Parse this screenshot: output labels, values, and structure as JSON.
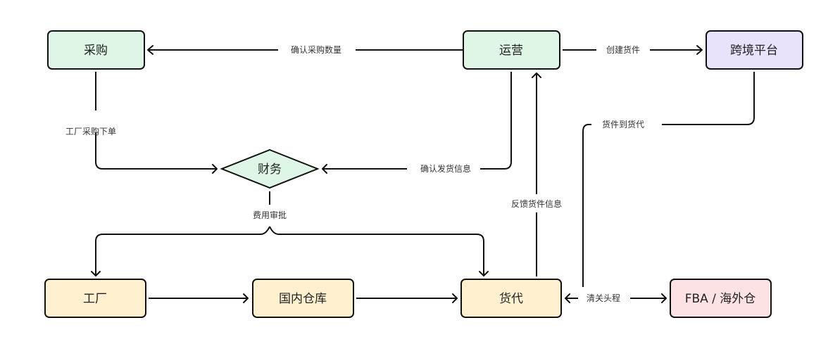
{
  "colors": {
    "green_node": "#dff5e6",
    "purple_node": "#e8e2fb",
    "yellow_node": "#fff1d0",
    "pink_node": "#fde2e4",
    "stroke": "#111111",
    "text": "#222222"
  },
  "nodes": {
    "caigou": {
      "label": "采购",
      "shape": "rect",
      "fill_key": "green_node"
    },
    "yunying": {
      "label": "运营",
      "shape": "rect",
      "fill_key": "green_node"
    },
    "kuajing": {
      "label": "跨境平台",
      "shape": "rect",
      "fill_key": "purple_node"
    },
    "caiwu": {
      "label": "财务",
      "shape": "diamond",
      "fill_key": "green_node"
    },
    "gongchang": {
      "label": "工厂",
      "shape": "rect",
      "fill_key": "yellow_node"
    },
    "guonei": {
      "label": "国内仓库",
      "shape": "rect",
      "fill_key": "yellow_node"
    },
    "huodai": {
      "label": "货代",
      "shape": "rect",
      "fill_key": "yellow_node"
    },
    "fba": {
      "label": "FBA / 海外仓",
      "shape": "rect",
      "fill_key": "pink_node"
    }
  },
  "edges": {
    "confirm_qty": {
      "label": "确认采购数量",
      "from": "运营",
      "to": "采购"
    },
    "create_shipment": {
      "label": "创建货件",
      "from": "运营",
      "to": "跨境平台"
    },
    "factory_order": {
      "label": "工厂采购下单",
      "from": "采购",
      "to": "财务"
    },
    "confirm_ship": {
      "label": "确认发货信息",
      "from": "运营",
      "to": "财务"
    },
    "cost_approval": {
      "label": "费用审批",
      "from": "财务",
      "to": [
        "工厂",
        "货代"
      ]
    },
    "feedback": {
      "label": "反馈货件信息",
      "from": "货代",
      "to": "运营"
    },
    "shipment_to_forwarder": {
      "label": "货件到货代",
      "from": "跨境平台",
      "to": "货代"
    },
    "factory_to_warehouse": {
      "label": "",
      "from": "工厂",
      "to": "国内仓库"
    },
    "warehouse_to_forwarder": {
      "label": "",
      "from": "国内仓库",
      "to": "货代"
    },
    "customs": {
      "label": "清关头程",
      "from": "货代",
      "to": "FBA / 海外仓",
      "bidirectional": true
    }
  }
}
